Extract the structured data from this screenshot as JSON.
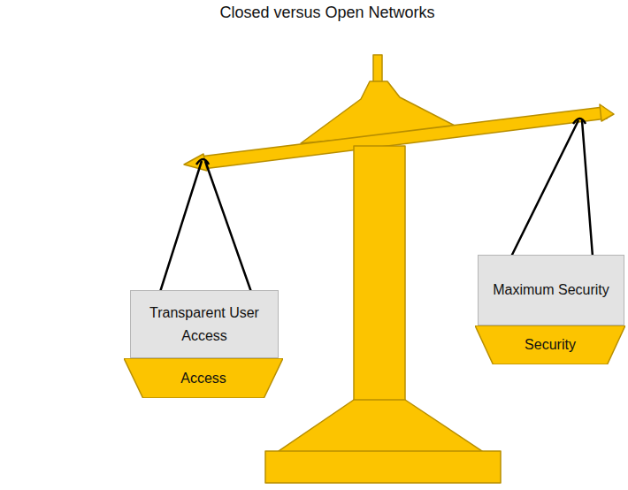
{
  "diagram": {
    "title": "Closed versus Open Networks",
    "nodes": [
      {
        "text": [
          "Transparent User Access"
        ]
      },
      {
        "text": [
          "Access"
        ]
      },
      {
        "text": [
          "Maximum Security"
        ]
      },
      {
        "text": [
          "Security"
        ]
      }
    ]
  }
}
